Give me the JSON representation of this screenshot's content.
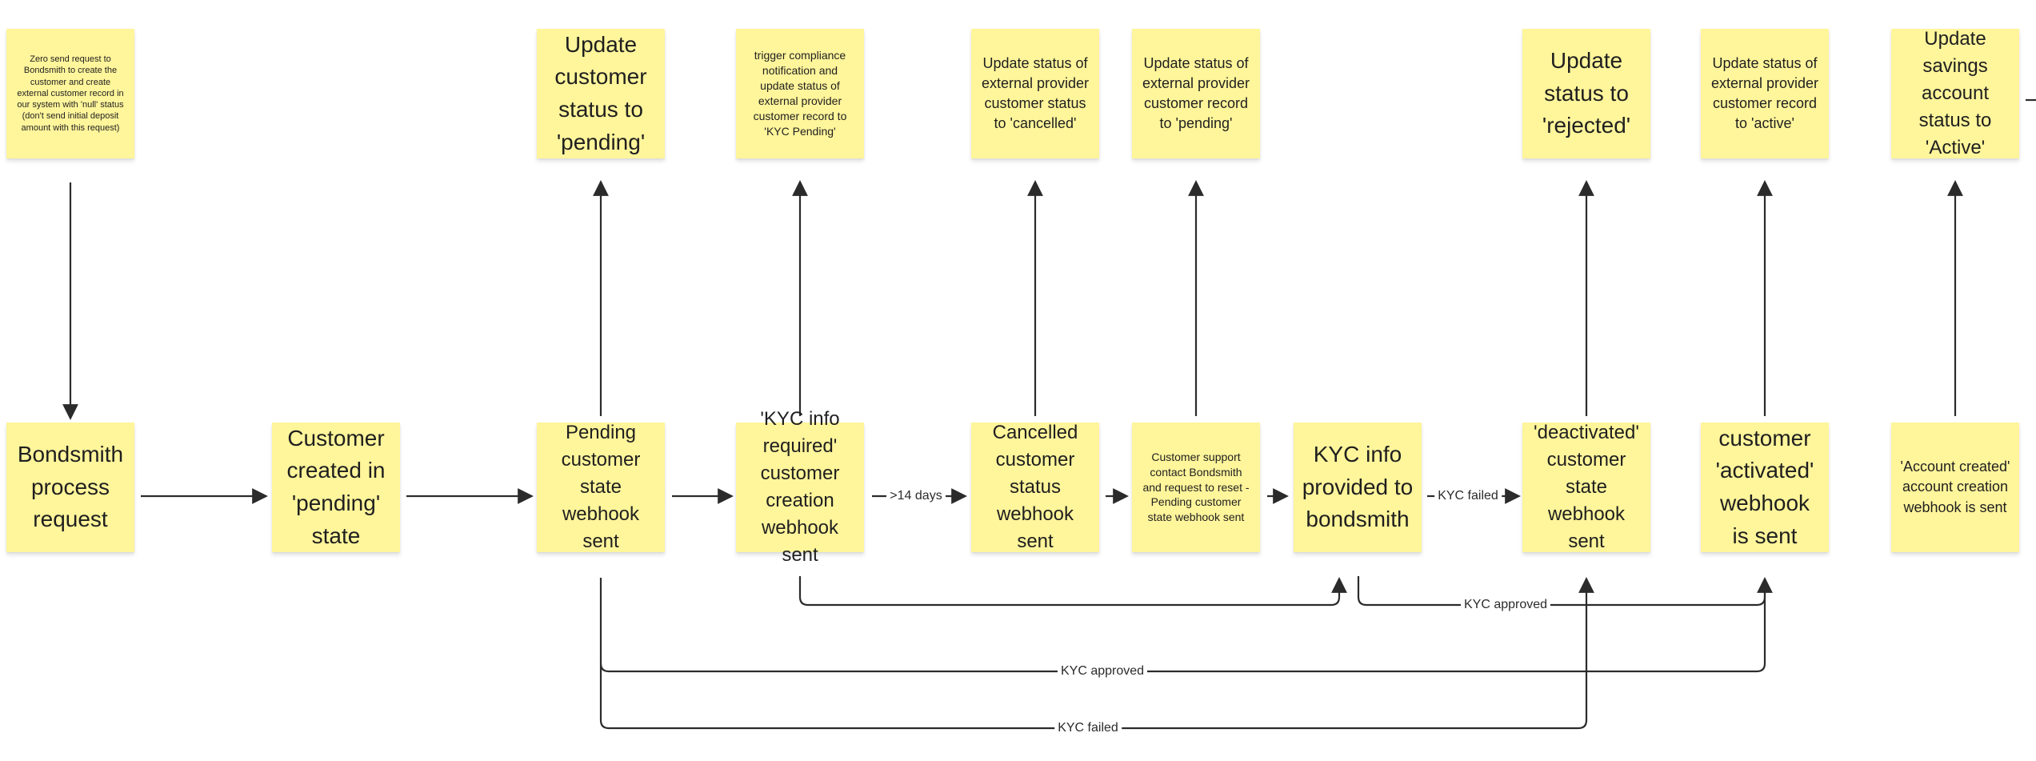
{
  "notes": {
    "zero_request": "Zero send request to Bondsmith to create the customer and create external customer record in our system with 'null' status (don't send initial deposit amount with this request)",
    "update_pending": "Update customer status to 'pending'",
    "trigger_compliance": "trigger compliance notification and update status of external provider customer record to 'KYC Pending'",
    "update_cancelled": "Update status of external provider customer status to 'cancelled'",
    "update_ext_pending": "Update status of external provider customer record to 'pending'",
    "update_rejected": "Update status to 'rejected'",
    "update_active": "Update status of external provider customer record to 'active'",
    "update_savings": "Update savings account status to 'Active'",
    "bondsmith_process": "Bondsmith process request",
    "customer_created": "Customer created in 'pending' state",
    "pending_webhook": "Pending customer state webhook sent",
    "kyc_required": "'KYC info required' customer creation webhook sent",
    "cancelled_webhook": "Cancelled customer status webhook sent",
    "support_reset": "Customer support contact Bondsmith and request to reset -  Pending customer state webhook sent",
    "kyc_provided": "KYC info provided to bondsmith",
    "deactivated_webhook": "'deactivated' customer state webhook sent",
    "activated_webhook": "customer 'activated' webhook is sent",
    "account_created": "'Account created' account creation webhook is sent"
  },
  "edge_labels": {
    "days14": ">14 days",
    "kyc_failed_row": "KYC failed",
    "kyc_approved_upper": "KYC approved",
    "kyc_approved_lower": "KYC approved",
    "kyc_failed_bottom": "KYC failed"
  },
  "colors": {
    "sticky": "#fff59b",
    "connector": "#2b2b2b",
    "background": "#ffffff"
  }
}
